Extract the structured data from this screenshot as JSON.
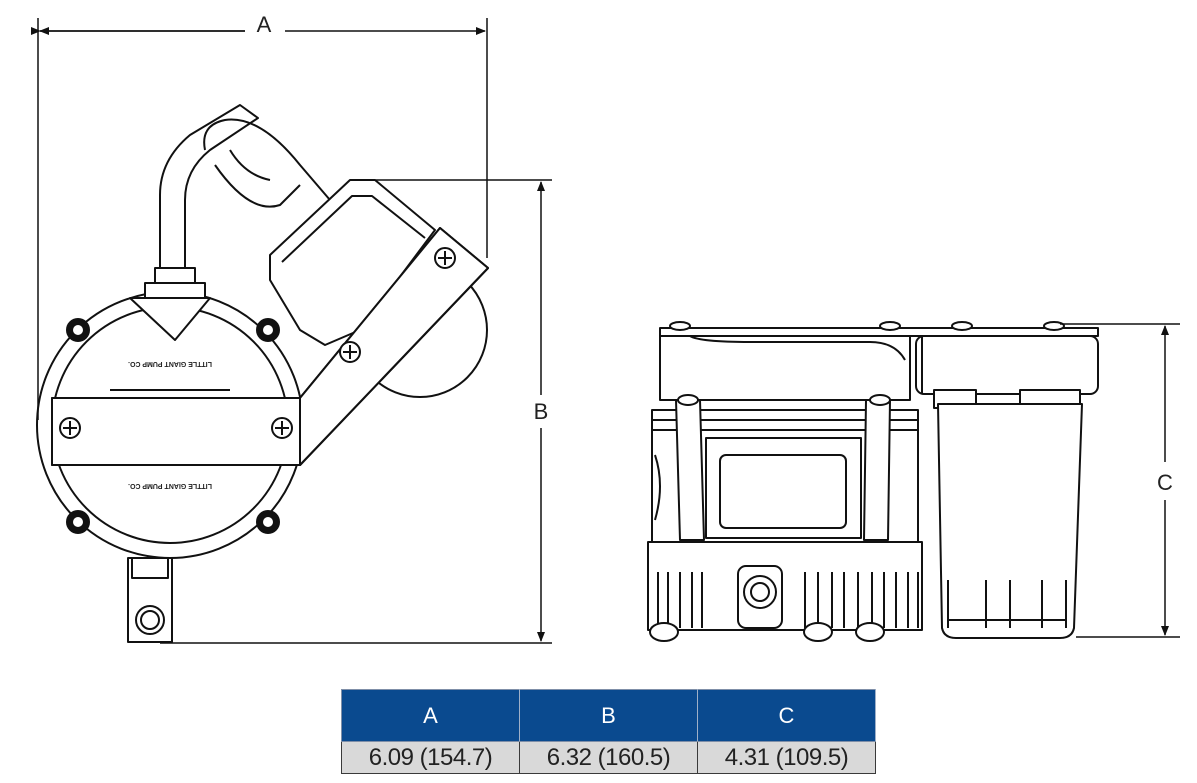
{
  "dimension_labels": {
    "a": "A",
    "b": "B",
    "c": "C"
  },
  "housing_text": {
    "top_line1": "LITTLE GIANT PUMP CO.",
    "bottom_line1": "LITTLE GIANT PUMP CO."
  },
  "table": {
    "headers": [
      "A",
      "B",
      "C"
    ],
    "values": [
      "6.09 (154.7)",
      "6.32 (160.5)",
      "4.31 (109.5)"
    ]
  },
  "colors": {
    "header_bg": "#0a4a8f",
    "cell_bg": "#d9d9d9",
    "line": "#111111"
  }
}
